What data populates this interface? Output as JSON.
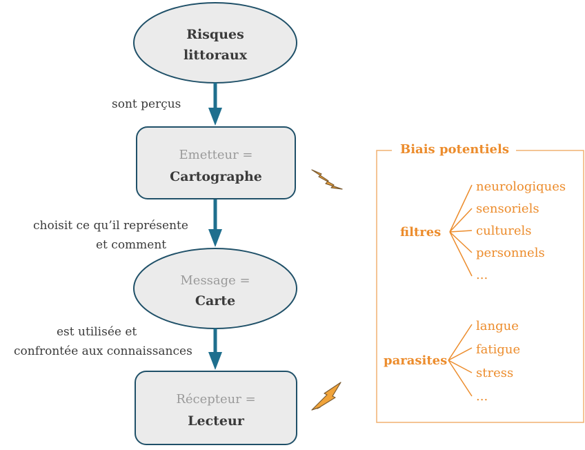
{
  "nodes": {
    "risques": {
      "line1": "Risques",
      "line2": "littoraux"
    },
    "emetteur": {
      "line1": "Emetteur =",
      "line2": "Cartographe"
    },
    "message": {
      "line1": "Message =",
      "line2": "Carte"
    },
    "recepteur": {
      "line1": "Récepteur =",
      "line2": "Lecteur"
    }
  },
  "edges": {
    "e1": {
      "line1": "sont perçus"
    },
    "e2": {
      "line1": "choisit ce qu’il représente",
      "line2": "et comment"
    },
    "e3": {
      "line1": "est utilisée et",
      "line2": "confrontée aux connaissances"
    }
  },
  "biais": {
    "title": "Biais potentiels",
    "filtres": {
      "label": "filtres",
      "items": [
        "neurologiques",
        "sensoriels",
        "culturels",
        "personnels",
        "..."
      ]
    },
    "parasites": {
      "label": "parasites",
      "items": [
        "langue",
        "fatigue",
        "stress",
        "..."
      ]
    }
  },
  "colors": {
    "arrow": "#1f6f8e",
    "node_fill": "#ebebeb",
    "node_stroke": "#1f5068",
    "accent": "#ec8c2c",
    "bolt": "#f0a33a"
  },
  "icons": [
    "lightning-bolt-icon",
    "lightning-bolt-icon"
  ]
}
